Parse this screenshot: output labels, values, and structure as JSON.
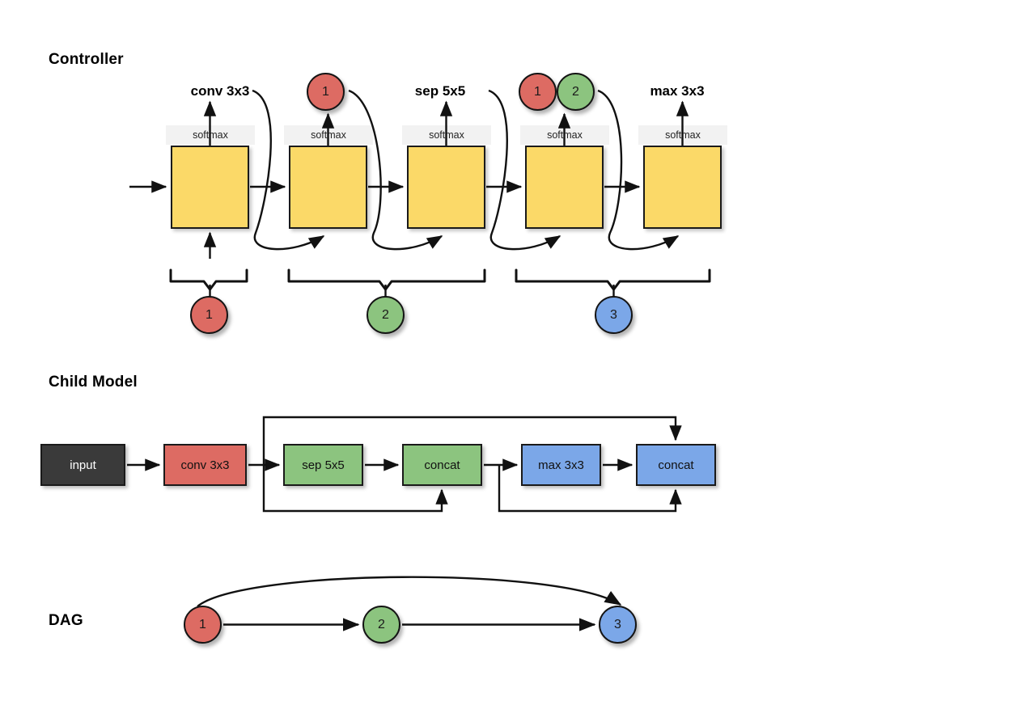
{
  "figure": {
    "sections": {
      "controller": "Controller",
      "child_model": "Child Model",
      "dag": "DAG"
    }
  },
  "colors": {
    "red": "#dd6b63",
    "green": "#8cc47f",
    "blue": "#7ba7e8",
    "yellow": "#fbd968",
    "dark": "#3a3a3a",
    "softmax_band": "#f2f2f2",
    "stroke": "#141414"
  },
  "controller": {
    "cells": [
      {
        "softmax_label": "softmax",
        "output_label": "conv 3x3",
        "output_kind": "op"
      },
      {
        "softmax_label": "softmax",
        "output_label": "1",
        "output_kind": "index"
      },
      {
        "softmax_label": "softmax",
        "output_label": "sep 5x5",
        "output_kind": "op"
      },
      {
        "softmax_label": "softmax",
        "output_label": "1 2",
        "output_kind": "index-pair"
      },
      {
        "softmax_label": "softmax",
        "output_label": "max 3x3",
        "output_kind": "op"
      }
    ],
    "op_labels": [
      "conv 3x3",
      "sep 5x5",
      "max 3x3"
    ],
    "index_circles": [
      {
        "label": "1",
        "color": "red"
      },
      {
        "label": "1",
        "color": "red"
      },
      {
        "label": "2",
        "color": "green"
      }
    ],
    "groups": [
      {
        "label": "1",
        "color": "red"
      },
      {
        "label": "2",
        "color": "green"
      },
      {
        "label": "3",
        "color": "blue"
      }
    ]
  },
  "child_model": {
    "blocks": [
      {
        "label": "input",
        "color": "dark"
      },
      {
        "label": "conv 3x3",
        "color": "red"
      },
      {
        "label": "sep 5x5",
        "color": "green"
      },
      {
        "label": "concat",
        "color": "green"
      },
      {
        "label": "max 3x3",
        "color": "blue"
      },
      {
        "label": "concat",
        "color": "blue"
      }
    ]
  },
  "dag": {
    "nodes": [
      {
        "label": "1",
        "color": "red"
      },
      {
        "label": "2",
        "color": "green"
      },
      {
        "label": "3",
        "color": "blue"
      }
    ],
    "edges": [
      {
        "from": "1",
        "to": "2",
        "style": "straight"
      },
      {
        "from": "2",
        "to": "3",
        "style": "straight"
      },
      {
        "from": "1",
        "to": "3",
        "style": "curved"
      }
    ]
  }
}
